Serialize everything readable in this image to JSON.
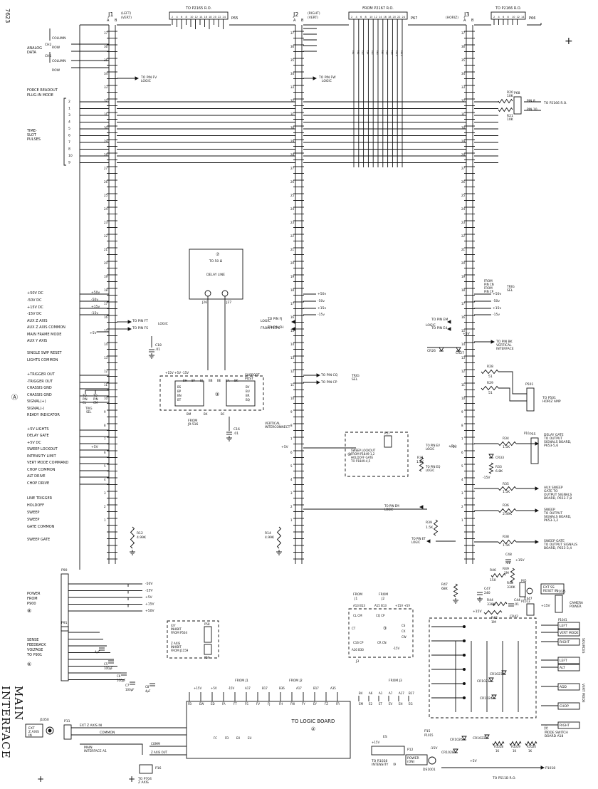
{
  "page_number": "7623",
  "title": "MAIN INTERFACE",
  "left_labels": {
    "analog_data": [
      "ANALOG",
      "DATA"
    ],
    "ch2": "CH2",
    "ch1": "CH1",
    "column": "COLUMN",
    "row": "ROW",
    "force_readout": [
      "FORCE READOUT",
      "PLUG-IN MODE"
    ],
    "time_slot": [
      "TIME-",
      "SLOT",
      "PULSES"
    ],
    "slot_numbers": [
      "2",
      "1",
      "3",
      "4",
      "5",
      "6",
      "7",
      "8",
      "10",
      "9"
    ],
    "signals": [
      "+50V DC",
      "-50V DC",
      "+15V DC",
      "-15V DC",
      "AUX Z AXIS",
      "AUX Z AXIS COMMON",
      "MAIN FRAME MODE",
      "AUX Y AXIS",
      "SINGLE SWP RESET",
      "LIGHTS COMMON",
      "+TRIGGER OUT",
      "-TRIGGER OUT",
      "CHASSIS GND",
      "CHASSIS GND",
      "SIGNAL(+)",
      "SIGNAL(-)",
      "READY INDICATOR",
      "+5V LIGHTS",
      "DELAY GATE",
      "+5V DC",
      "SWEEP LOCKOUT",
      "INTENSITY LIMIT",
      "VERT MODE COMMAND",
      "CHOP COMMON",
      "ALT DRIVE",
      "CHOP DRIVE",
      "LINE TRIGGER",
      "HOLDOFF",
      "SWEEP",
      "SWEEP",
      "GATE COMMON",
      "SWEEP GATE"
    ],
    "power_from": [
      "POWER",
      "FROM",
      "P900"
    ],
    "sense": [
      "SENSE",
      "FEEDBACK",
      "VOLTAGE",
      "TO P901"
    ],
    "ext_z": [
      "EXT",
      "Z AXIS",
      "IN"
    ],
    "marker_a": "A"
  },
  "connectors": {
    "j1": [
      "J1",
      "(LEFT)",
      "(VERT)"
    ],
    "j2": [
      "J2",
      "(RIGHT)",
      "(VERT)"
    ],
    "j3": [
      "J3",
      "(HORIZ)"
    ],
    "ab": [
      "A",
      "B"
    ],
    "from_p2165": "TO P2165  R.O.",
    "from_p2167": "FROM P2167 R.O.",
    "to_p2166": "TO P2166 R.O.",
    "p65": "P65",
    "p67": "P67",
    "p66": "P66",
    "pin_numbers": [
      "37",
      "35",
      "33",
      "31",
      "29",
      "27",
      "25",
      "23",
      "21",
      "19",
      "17",
      "15",
      "13",
      "11",
      "9",
      "7",
      "5",
      "3",
      "1"
    ]
  },
  "annotations": {
    "to_pin_fv": "TO PIN FV LOGIC",
    "to_pin_fw": "TO PIN FW LOGIC",
    "to_pin_ft": "TO PIN FT",
    "to_pin_fs": "TO PIN FS",
    "logic": "LOGIC",
    "from_p1x": "FROM P13-6",
    "to_pin_fj": "TO PIN FJ",
    "to_pin_fh": "TO PIN FH",
    "to_pin_cq": "TO PIN CQ",
    "to_pin_cp": "TO PIN CP",
    "trig_sel": "TRIG SEL",
    "delay_line": "DELAY LINE",
    "to_50": "TO 50 Ω",
    "j26": "J26",
    "j27": "J27",
    "support_post": [
      "SUPPORT",
      "POST"
    ],
    "vertical_interconnect": [
      "VERTICAL",
      "INTERCONNECT"
    ],
    "from_j9": [
      "FROM",
      "J9-516"
    ],
    "to_pin_em": "TO PIN EM",
    "to_pin_e4": "TO PIN E4",
    "to_pin_bk": [
      "TO PIN BK",
      "VERTICAL",
      "INTERFACE"
    ],
    "to_p501": [
      "TO P501",
      "HORIZ AMP"
    ],
    "p501": "P501",
    "pin8": "PIN 8",
    "pin10": "PIN 10",
    "to_p2166b": "TO P2166 R.O.",
    "p68": "P68",
    "r20": [
      "R20",
      "10K"
    ],
    "r21": [
      "R21",
      "10K"
    ],
    "from_pin": [
      "FROM",
      "PIN CN",
      "FROM",
      "PIN CP"
    ],
    "delay_gate_to": [
      "DELAY GATE",
      "TO OUTPUT",
      "SIGNALS BOARD,",
      "P653-5,6"
    ],
    "aux_sweep": [
      "AUX SWEEP",
      "GATE TO",
      "OUTPUT SIGNALS",
      "BOARD, P653-7,8"
    ],
    "sweep_to": [
      "SWEEP",
      "TO OUTPUT",
      "SIGNALS BOARD,",
      "P653-1,2"
    ],
    "sweep_gate_to": [
      "SWEEP GATE",
      "TO OUTPUT SIGNALS",
      "BOARD, P653-3,4"
    ],
    "sweep_lockout_box": [
      "SWEEP LOCKOUT",
      "FROM P1849-1,2",
      "HOLDOFF GATE",
      "TO P1849-4,5"
    ],
    "to_pin_em2": [
      "TO PIN EM",
      "LOGIC"
    ],
    "to_pin_et": [
      "TO PIN ET",
      "LOGIC"
    ],
    "to_pin_ev": [
      "TO PIN EV",
      "LOGIC"
    ],
    "to_pin_eq": [
      "TO PIN EQ",
      "LOGIC"
    ],
    "ext_ss": [
      "EXT SS",
      "RESET IN"
    ],
    "camera_power": [
      "CAMERA",
      "POWER"
    ],
    "p1025": "P1025",
    "p1041": "P1041",
    "j1047": "J1047",
    "xy_inhibit": [
      "X/Y",
      "INHIBIT",
      "FROM P504",
      "Z AXIS",
      "INHIBIT",
      "FROM J1159"
    ],
    "to_logic_board": "TO LOGIC BOARD",
    "from_j1": "FROM J1",
    "from_j2": "FROM J2",
    "from_j3": "FROM J3",
    "ext_z_axis_in": "EXT Z AXIS IN",
    "common": "COMMON",
    "main_interface_a1": [
      "MAIN",
      "INTERFACE A1"
    ],
    "comm": "COMM",
    "z_axis_out": "Z AXIS OUT",
    "to_p704": [
      "TO P704",
      "Z AXIS"
    ],
    "to_r1028": [
      "TO R1028",
      "INTENSITY"
    ],
    "power_on": [
      "POWER",
      "(ON)"
    ],
    "ds1001": "DS1001",
    "to_p511": "TO P511B  R.O.",
    "mode_switch": [
      "MODE SWITCH",
      "BOARD A18"
    ],
    "p1018": "P1018",
    "p11": "P11",
    "p12": "P12",
    "p15": "P15",
    "p90": "P90",
    "p91": "P91",
    "j1050": "J1050",
    "p58": "P58",
    "p59": "P59",
    "p55": "P55",
    "p45": "P45",
    "p1013": "P1013",
    "sources": "SOURCES",
    "vert_mode": "VERT MODE",
    "mode_buttons": [
      "LEFT",
      "VERT MODE",
      "RIGHT",
      "LEFT",
      "ALT",
      "ADD",
      "CHOP",
      "RIGHT"
    ],
    "supply_labels": [
      "-50V",
      "-15V",
      "+5V",
      "+15V",
      "+50V"
    ]
  },
  "components": [
    {
      "ref": "R12",
      "value": "4.99K"
    },
    {
      "ref": "R14",
      "value": "4.99K"
    },
    {
      "ref": "C18",
      "value": ".01"
    },
    {
      "ref": "C16",
      "value": ".01"
    },
    {
      "ref": "R28",
      "value": "51"
    },
    {
      "ref": "R29",
      "value": "51"
    },
    {
      "ref": "R34",
      "value": "1.5K"
    },
    {
      "ref": "R33",
      "value": "6.8K"
    },
    {
      "ref": "R35",
      "value": "1.5K"
    },
    {
      "ref": "R36",
      "value": "2.49K"
    },
    {
      "ref": "R38",
      "value": "1.5K"
    },
    {
      "ref": "R39",
      "value": "1.5K"
    },
    {
      "ref": "R31",
      "value": "1.2K"
    },
    {
      "ref": "R46",
      "value": "150"
    },
    {
      "ref": "R49",
      "value": "1M"
    },
    {
      "ref": "R48",
      "value": "330K"
    },
    {
      "ref": "R47",
      "value": "68K"
    },
    {
      "ref": "C47",
      "value": "240"
    },
    {
      "ref": "C48",
      "value": ".01"
    },
    {
      "ref": "R44",
      "value": "330K"
    },
    {
      "ref": "C44",
      "value": ".01"
    },
    {
      "ref": "R42",
      "value": "1M"
    },
    {
      "ref": "CR42",
      "value": ""
    },
    {
      "ref": "CR26",
      "value": ""
    },
    {
      "ref": "CR27",
      "value": ""
    },
    {
      "ref": "CR33",
      "value": ""
    },
    {
      "ref": "C5",
      "value": "100µF"
    },
    {
      "ref": "C6",
      "value": "100µF"
    },
    {
      "ref": "C7",
      "value": "100µF"
    },
    {
      "ref": "C8",
      "value": "4µF"
    },
    {
      "ref": "C9",
      "value": "4µF"
    },
    {
      "ref": "CR1021",
      "value": ""
    },
    {
      "ref": "CR1023",
      "value": ""
    },
    {
      "ref": "CR1024",
      "value": ""
    },
    {
      "ref": "CR1022",
      "value": ""
    },
    {
      "ref": "CR1026",
      "value": ""
    },
    {
      "ref": "CR1028",
      "value": ""
    },
    {
      "ref": "R1018",
      "value": "1K"
    },
    {
      "ref": "R1019",
      "value": "1K"
    },
    {
      "ref": "R1020",
      "value": "1K"
    },
    {
      "ref": "ES",
      "value": ""
    }
  ],
  "logic_pins": {
    "top_row": [
      "+15V",
      "+5V",
      "-15V",
      "A17",
      "B17",
      "B36",
      "A17",
      "B17",
      "A35"
    ],
    "bottom_row": [
      "FB",
      "EW",
      "ED",
      "FA",
      "FT",
      "FS",
      "FV",
      "FJ",
      "FH",
      "FW",
      "FY",
      "EY",
      "FZ",
      "FR"
    ],
    "j3_pins": [
      "B4",
      "A6",
      "A1",
      "A7",
      "A17",
      "B17"
    ],
    "j3_bottom": [
      "EM",
      "E2",
      "ET",
      "EV",
      "EH",
      "EG"
    ],
    "small": [
      "FC",
      "FD",
      "EX",
      "EU"
    ],
    "cc_box": [
      "A13",
      "B13",
      "A15",
      "B13",
      "+15V",
      "+5V",
      "CL",
      "CM",
      "CQ",
      "CP",
      "CT",
      "CS",
      "CX",
      "CW",
      "CR",
      "CN",
      "C16",
      "CP",
      "A16",
      "B30"
    ]
  },
  "delay_box_pins": [
    "BH",
    "BF",
    "BJ",
    "BB",
    "BE",
    "BA",
    "BK",
    "BS",
    "BP",
    "BN",
    "BT",
    "BV",
    "BU",
    "BR",
    "BQ",
    "BM",
    "BX",
    "BC"
  ]
}
